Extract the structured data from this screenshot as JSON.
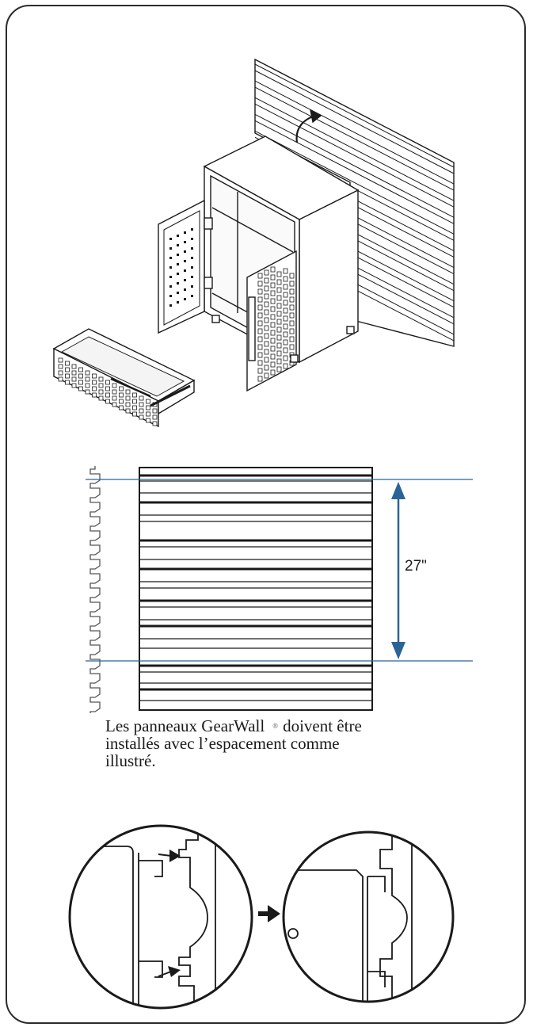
{
  "dimension": {
    "label": "27\""
  },
  "caption": {
    "part1": "Les panneaux GearWall",
    "mark": "®",
    "part2": "doivent être",
    "line2": "installés avec l’espacement comme",
    "line3": "illustré."
  },
  "colors": {
    "line": "#1a1a1a",
    "guide": "#2a6496",
    "arrow": "#2a6496"
  }
}
